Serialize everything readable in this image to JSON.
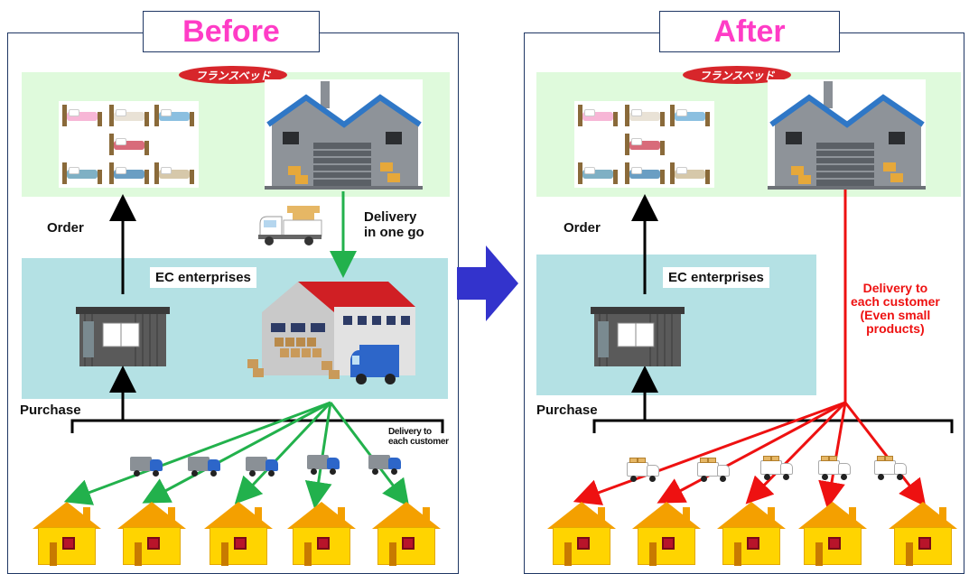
{
  "before": {
    "title": "Before",
    "logo": "フランスベッド",
    "order_label": "Order",
    "delivery_one_go": [
      "Delivery",
      "in one go"
    ],
    "ec_label": "EC enterprises",
    "purchase_label": "Purchase",
    "delivery_each": [
      "Delivery to",
      "each customer"
    ]
  },
  "after": {
    "title": "After",
    "logo": "フランスベッド",
    "order_label": "Order",
    "ec_label": "EC enterprises",
    "purchase_label": "Purchase",
    "delivery_each": [
      "Delivery to",
      "each customer",
      "(Even small",
      "products)"
    ]
  },
  "colors": {
    "title": "#ff3cc6",
    "green_zone": "#dffadc",
    "blue_zone": "#b4e1e4",
    "green_arrow": "#22b14c",
    "red_arrow": "#ee1111",
    "transition_arrow": "#3333cc"
  }
}
